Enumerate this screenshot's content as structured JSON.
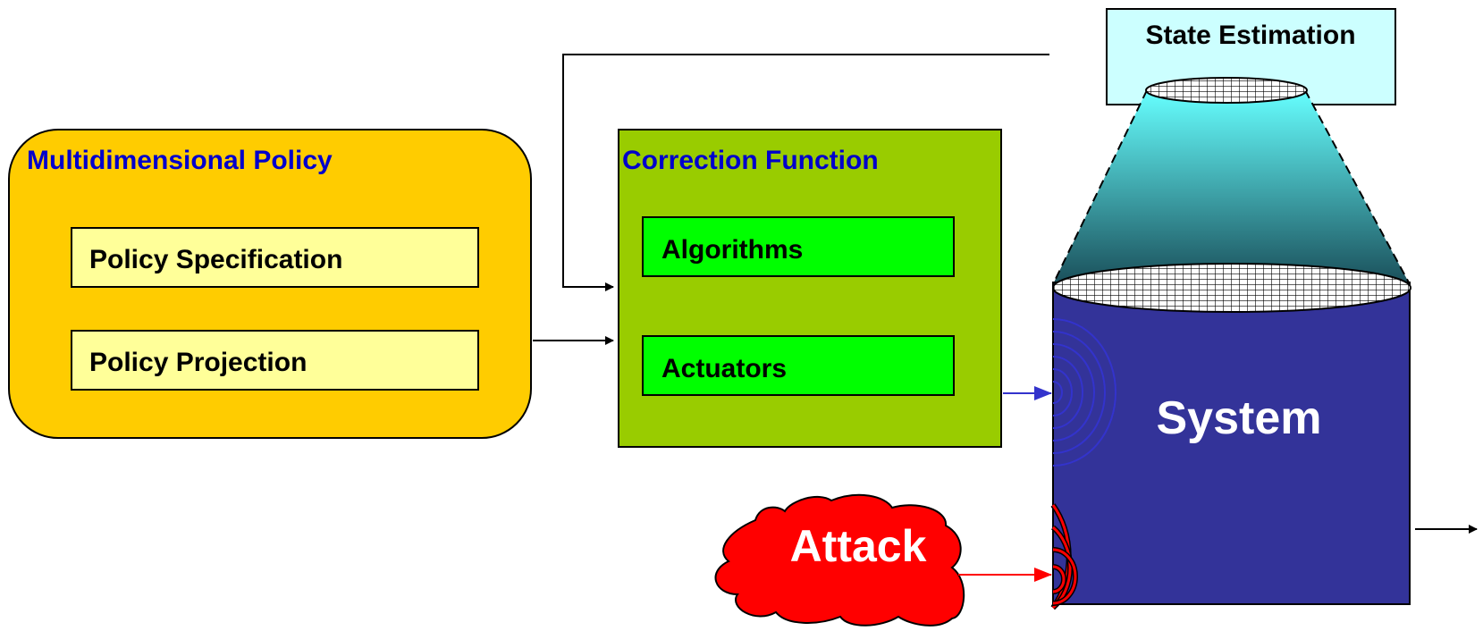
{
  "policy": {
    "title": "Multidimensional Policy",
    "items": [
      "Policy Specification",
      "Policy Projection"
    ]
  },
  "correction": {
    "title": "Correction Function",
    "items": [
      "Algorithms",
      "Actuators"
    ]
  },
  "state_estimation": {
    "label": "State Estimation"
  },
  "system": {
    "label": "System"
  },
  "attack": {
    "label": "Attack"
  },
  "colors": {
    "policy_fill": "#ffcc00",
    "policy_item_fill": "#ffff99",
    "correction_fill": "#99cc00",
    "correction_item_fill": "#00ff00",
    "title_text": "#0000cc",
    "state_fill": "#ccffff",
    "system_fill": "#333399",
    "attack_fill": "#ff0000",
    "cone_top": "#66ffff",
    "cone_bottom": "#1a4f5a",
    "blue_arrow": "#3333cc",
    "red_arrow": "#ff0000"
  }
}
